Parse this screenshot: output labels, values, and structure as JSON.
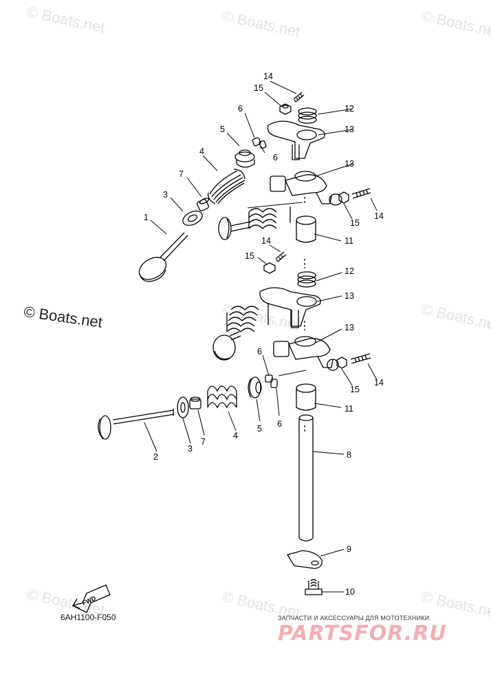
{
  "watermarks": {
    "light": "© Boats.net",
    "dark": "© Boats.net"
  },
  "callouts": {
    "c1": "1",
    "c2": "2",
    "c3": "3",
    "c4a": "4",
    "c4b": "4",
    "c5a": "5",
    "c5b": "5",
    "c6a": "6",
    "c6b": "6",
    "c6c": "6",
    "c6d": "6",
    "c7a": "7",
    "c7b": "7",
    "c8": "8",
    "c9": "9",
    "c10": "10",
    "c11a": "11",
    "c11b": "11",
    "c12a": "12",
    "c12b": "12",
    "c13a": "13",
    "c13b": "13",
    "c13c": "13",
    "c13d": "13",
    "c14a": "14",
    "c14b": "14",
    "c14c": "14",
    "c14d": "14",
    "c15a": "15",
    "c15b": "15",
    "c15c": "15",
    "c15d": "15"
  },
  "fwd_label": "FWD",
  "diagram_code": "6AH1100-F050",
  "brand": {
    "tagline": "ЗАПЧАСТИ И АКСЕССУАРЫ ДЛЯ МОТОТЕХНИКИ",
    "name": "PARTSFOR.RU"
  },
  "colors": {
    "line": "#000000",
    "watermark": "#e3e3e3",
    "brand": "#f2b0b4"
  }
}
